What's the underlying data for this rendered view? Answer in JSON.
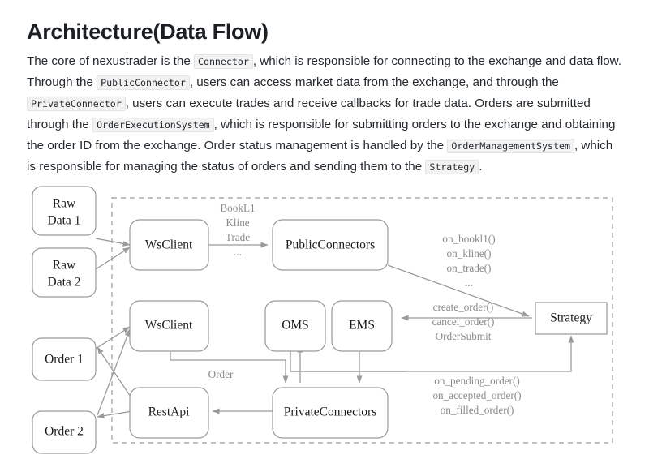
{
  "document": {
    "title": "Architecture(Data Flow)",
    "paragraph": {
      "segments": [
        {
          "type": "text",
          "value": "The core of nexustrader is the "
        },
        {
          "type": "code",
          "value": "Connector"
        },
        {
          "type": "text",
          "value": ", which is responsible for connecting to the exchange and data flow. Through the "
        },
        {
          "type": "code",
          "value": "PublicConnector"
        },
        {
          "type": "text",
          "value": ", users can access market data from the exchange, and through the "
        },
        {
          "type": "code",
          "value": "PrivateConnector"
        },
        {
          "type": "text",
          "value": ", users can execute trades and receive callbacks for trade data. Orders are submitted through the "
        },
        {
          "type": "code",
          "value": "OrderExecutionSystem"
        },
        {
          "type": "text",
          "value": ", which is responsible for submitting orders to the exchange and obtaining the order ID from the exchange. Order status management is handled by the "
        },
        {
          "type": "code",
          "value": "OrderManagementSystem"
        },
        {
          "type": "text",
          "value": ", which is responsible for managing the status of orders and sending them to the "
        },
        {
          "type": "code",
          "value": "Strategy"
        },
        {
          "type": "text",
          "value": "."
        }
      ]
    }
  },
  "diagram": {
    "title": "Architecture Data Flow Diagram",
    "colors": {
      "stroke": "#9a9a9a",
      "node_text": "#1a1a1a",
      "edge_text": "#8a8a8a",
      "background": "#ffffff"
    },
    "external_nodes": [
      {
        "id": "raw-data-1",
        "label_line1": "Raw",
        "label_line2": "Data 1"
      },
      {
        "id": "raw-data-2",
        "label_line1": "Raw",
        "label_line2": "Data 2"
      },
      {
        "id": "order-1",
        "label": "Order 1"
      },
      {
        "id": "order-2",
        "label": "Order 2"
      }
    ],
    "internal_nodes": [
      {
        "id": "ws-client-public",
        "label": "WsClient"
      },
      {
        "id": "public-connectors",
        "label": "PublicConnectors"
      },
      {
        "id": "ws-client-private",
        "label": "WsClient"
      },
      {
        "id": "oms",
        "label": "OMS"
      },
      {
        "id": "ems",
        "label": "EMS"
      },
      {
        "id": "rest-api",
        "label": "RestApi"
      },
      {
        "id": "private-connectors",
        "label": "PrivateConnectors"
      },
      {
        "id": "strategy",
        "label": "Strategy"
      }
    ],
    "edge_labels": {
      "market_data": [
        "BookL1",
        "Kline",
        "Trade",
        "..."
      ],
      "market_callbacks": [
        "on_bookl1()",
        "on_kline()",
        "on_trade()",
        "..."
      ],
      "order_commands": [
        "create_order()",
        "cancel_order()",
        "OrderSubmit"
      ],
      "order_callbacks": [
        "on_pending_order()",
        "on_accepted_order()",
        "on_filled_order()"
      ],
      "order_flow": "Order"
    }
  }
}
